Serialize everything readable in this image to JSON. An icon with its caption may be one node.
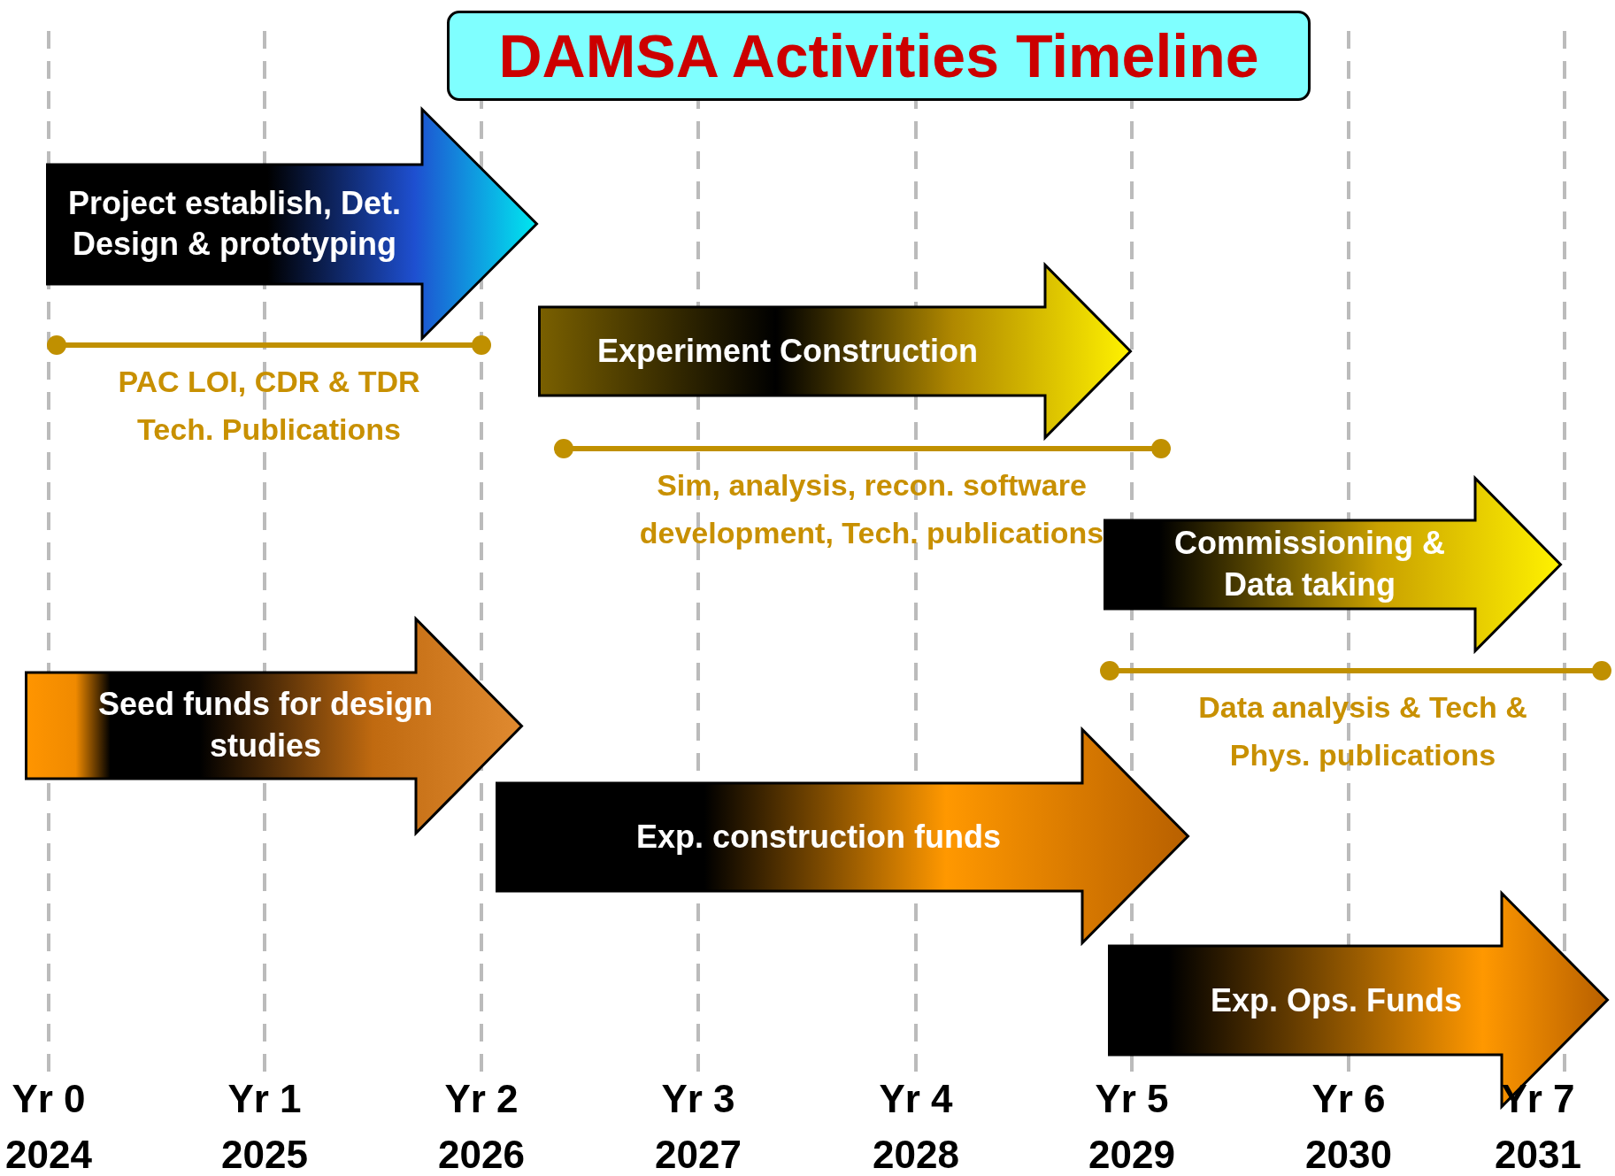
{
  "diagram": {
    "title": "DAMSA Activities Timeline",
    "nodes": [
      {
        "text": [
          "Project establish, Det. Design & prototyping"
        ]
      },
      {
        "text": [
          "Experiment Construction"
        ]
      },
      {
        "text": [
          "Commissioning & Data taking"
        ]
      },
      {
        "text": [
          "Seed funds for design studies"
        ]
      },
      {
        "text": [
          "Exp. construction funds"
        ]
      },
      {
        "text": [
          "Exp. Ops. Funds"
        ]
      }
    ],
    "labels": [
      "PAC LOI, CDR & TDR Tech. Publications",
      "Sim, analysis, recon. software development, Tech. publications",
      "Data analysis & Tech & Phys. publications",
      "Yr 0",
      "2024",
      "Yr 1",
      "2025",
      "Yr 2",
      "2026",
      "Yr 3",
      "2027",
      "Yr 4",
      "2028",
      "Yr 5",
      "2029",
      "Yr 6",
      "2030",
      "Yr 7",
      "2031"
    ]
  }
}
